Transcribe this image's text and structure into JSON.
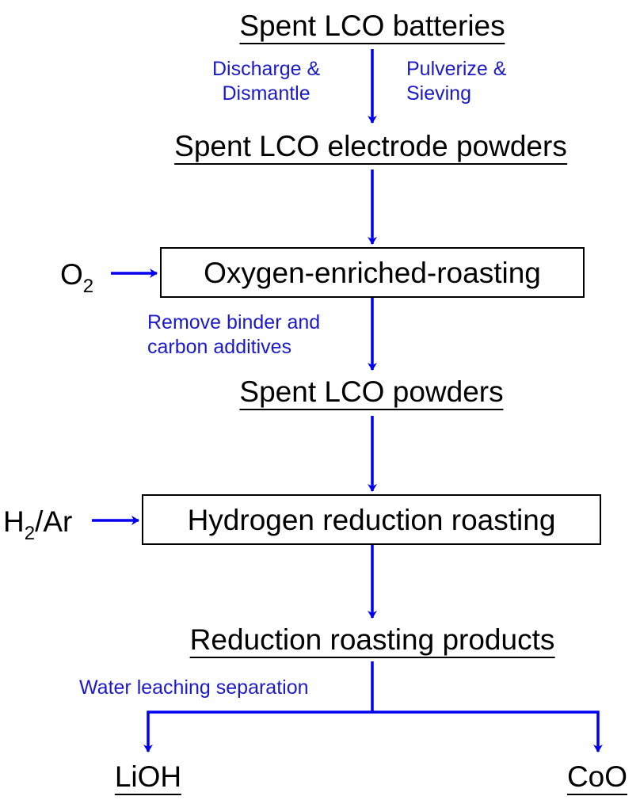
{
  "diagram": {
    "nodes": {
      "batteries": "Spent LCO batteries",
      "electrode_powders": "Spent LCO electrode powders",
      "oxygen_roasting": "Oxygen-enriched-roasting",
      "lco_powders": "Spent LCO powders",
      "hydrogen_roasting": "Hydrogen reduction roasting",
      "products": "Reduction roasting products",
      "lioh": "LiOH",
      "coo": "CoO"
    },
    "inputs": {
      "oxygen": {
        "base": "O",
        "sub": "2",
        "suffix": ""
      },
      "hydrogen": {
        "base": "H",
        "sub": "2",
        "suffix": "/Ar"
      }
    },
    "annotations": {
      "discharge": [
        "Discharge &",
        "Dismantle"
      ],
      "pulverize": [
        "Pulverize &",
        "Sieving"
      ],
      "remove": [
        "Remove binder and",
        "carbon additives"
      ],
      "leaching": "Water leaching separation"
    },
    "colors": {
      "arrow": "#0000ee",
      "annotation": "#1a1acc",
      "text": "#000000"
    }
  }
}
